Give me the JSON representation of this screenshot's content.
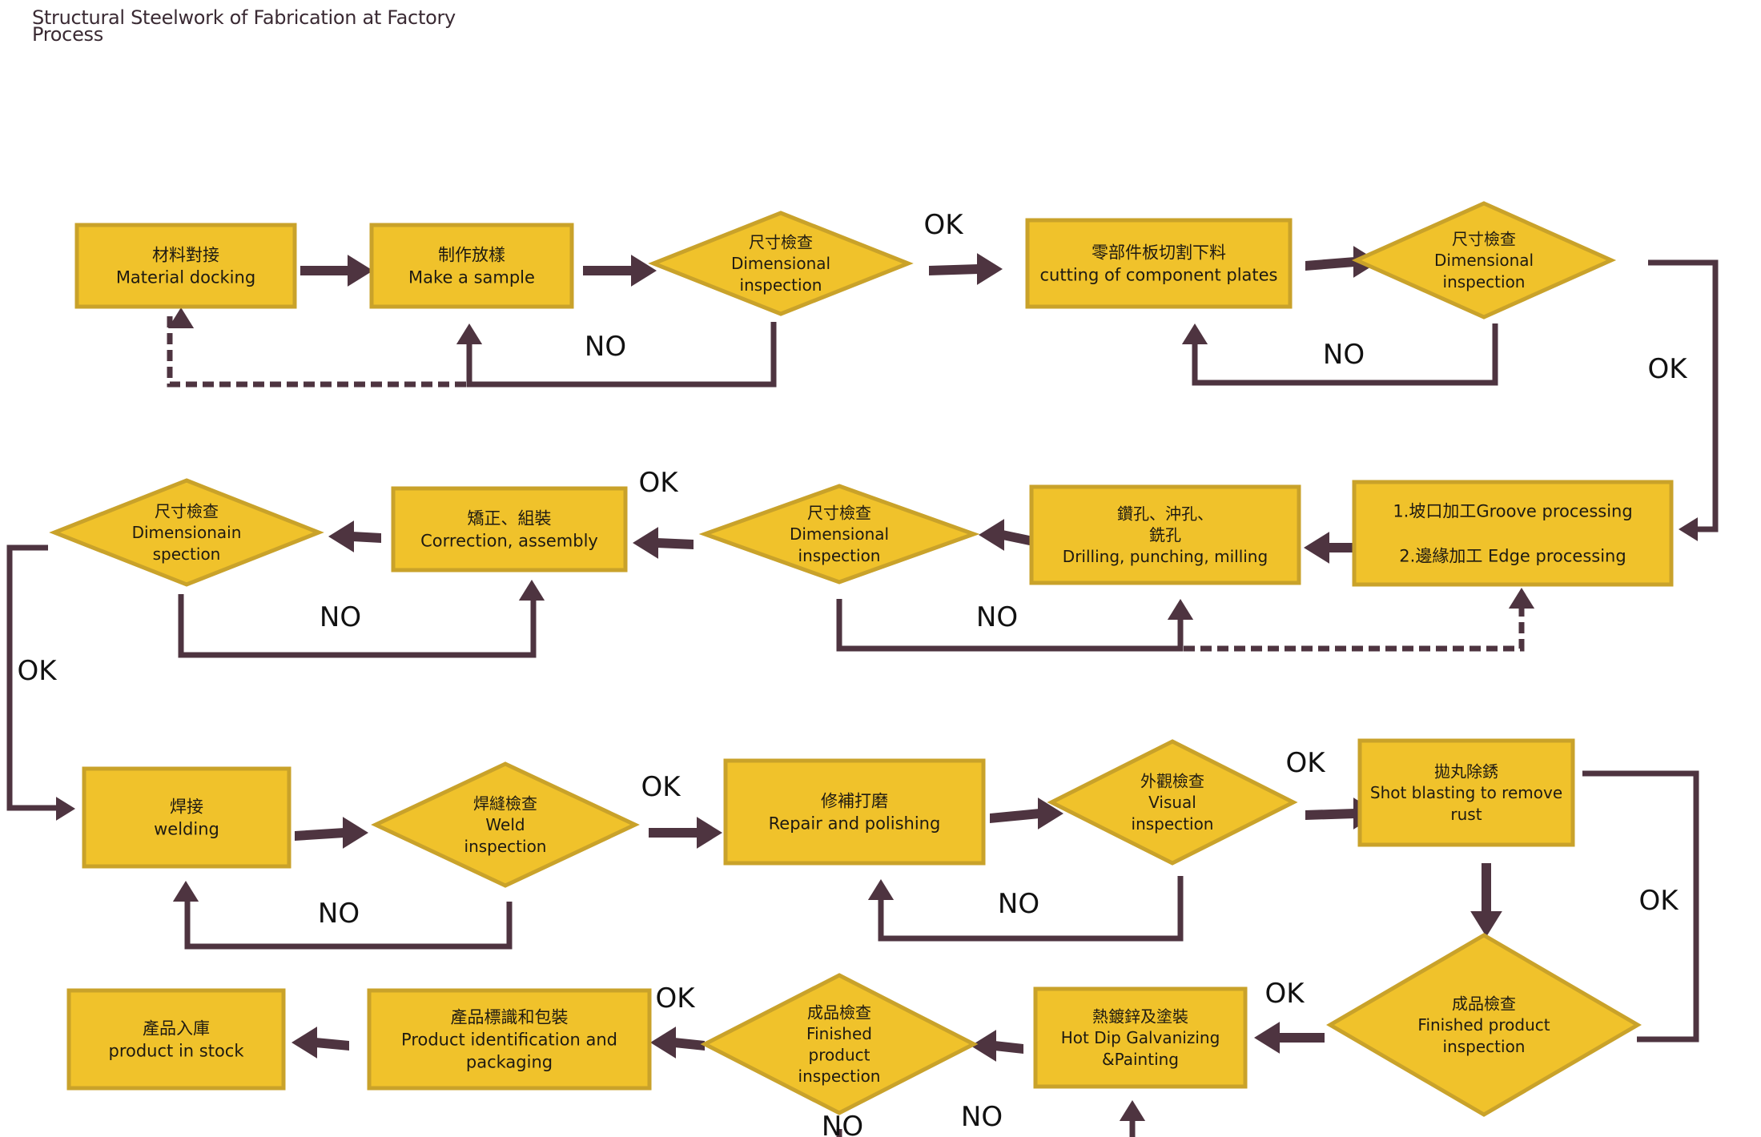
{
  "title_lines": [
    "Structural Steelwork of Fabrication at Factory",
    "Process"
  ],
  "colors": {
    "box_fill": "#F0C22B",
    "box_border": "#C9A22A",
    "connector": "#4E3440",
    "text": "#1E1A12"
  },
  "nodes": [
    {
      "id": "material-docking",
      "shape": "rect",
      "lines": [
        "材料對接",
        "Material docking"
      ]
    },
    {
      "id": "make-sample",
      "shape": "rect",
      "lines": [
        "制作放樣",
        "Make a sample"
      ]
    },
    {
      "id": "dimensional-inspection-1",
      "shape": "diamond",
      "lines": [
        "尺寸檢查",
        "Dimensional",
        "inspection"
      ]
    },
    {
      "id": "cutting-plates",
      "shape": "rect",
      "lines": [
        "零部件板切割下料",
        "cutting of component plates"
      ]
    },
    {
      "id": "dimensional-inspection-2",
      "shape": "diamond",
      "lines": [
        "尺寸檢查",
        "Dimensional",
        "inspection"
      ]
    },
    {
      "id": "groove-edge-processing",
      "shape": "rect",
      "lines": [
        "1.坡口加工Groove processing",
        "",
        "2.邊緣加工 Edge processing"
      ]
    },
    {
      "id": "drilling-punching-milling",
      "shape": "rect",
      "lines": [
        "鑽孔、沖孔、",
        "銑孔",
        "Drilling, punching, milling"
      ]
    },
    {
      "id": "dimensional-inspection-3",
      "shape": "diamond",
      "lines": [
        "尺寸檢查",
        "Dimensional",
        "inspection"
      ]
    },
    {
      "id": "correction-assembly",
      "shape": "rect",
      "lines": [
        "矯正、組裝",
        "Correction, assembly"
      ]
    },
    {
      "id": "dimension-inspection-4",
      "shape": "diamond",
      "lines": [
        "尺寸檢查",
        "Dimensionain",
        "spection"
      ]
    },
    {
      "id": "welding",
      "shape": "rect",
      "lines": [
        "焊接",
        "welding"
      ]
    },
    {
      "id": "weld-inspection",
      "shape": "diamond",
      "lines": [
        "焊縫檢查",
        "Weld",
        "inspection"
      ]
    },
    {
      "id": "repair-polishing",
      "shape": "rect",
      "lines": [
        "修補打磨",
        "Repair and polishing"
      ]
    },
    {
      "id": "visual-inspection",
      "shape": "diamond",
      "lines": [
        "外觀檢查",
        "Visual",
        "inspection"
      ]
    },
    {
      "id": "shot-blasting",
      "shape": "rect",
      "lines": [
        "拋丸除銹",
        "Shot blasting to remove",
        "rust"
      ]
    },
    {
      "id": "finished-product-inspection-1",
      "shape": "diamond",
      "lines": [
        "成品檢查",
        "Finished product",
        "inspection"
      ]
    },
    {
      "id": "galvanizing-painting",
      "shape": "rect",
      "lines": [
        "熱鍍鋅及塗裝",
        "Hot Dip Galvanizing",
        "&Painting"
      ]
    },
    {
      "id": "finished-product-inspection-2",
      "shape": "diamond",
      "lines": [
        "成品檢查",
        "Finished",
        "product",
        "inspection"
      ]
    },
    {
      "id": "identification-packaging",
      "shape": "rect",
      "lines": [
        "產品標識和包裝",
        "Product identification and",
        "packaging"
      ]
    },
    {
      "id": "product-in-stock",
      "shape": "rect",
      "lines": [
        "產品入庫",
        "product in stock"
      ]
    }
  ],
  "edge_labels": [
    "OK",
    "NO",
    "NO",
    "OK",
    "OK",
    "NO",
    "NO",
    "OK",
    "OK",
    "OK",
    "NO",
    "OK",
    "NO",
    "NO",
    "OK",
    "OK",
    "NO"
  ]
}
